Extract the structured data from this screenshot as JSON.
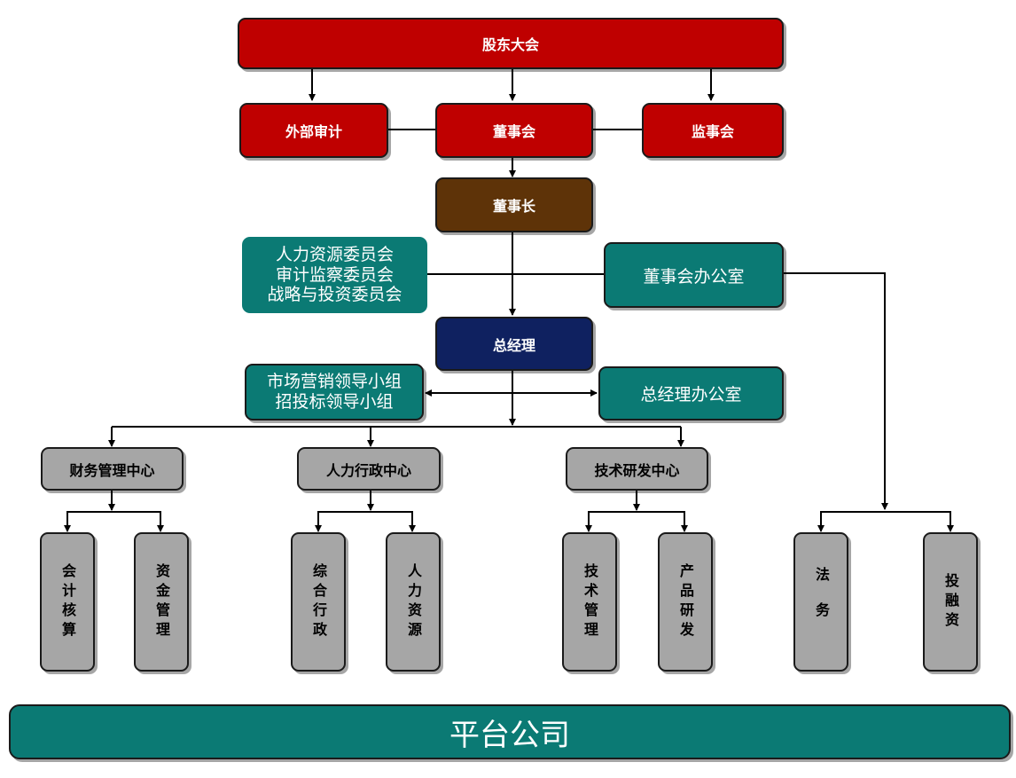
{
  "nodes": {
    "shareholders": "股东大会",
    "external_audit": "外部审计",
    "board": "董事会",
    "supervisors": "监事会",
    "chairman": "董事长",
    "committees": [
      "人力资源委员会",
      "审计监察委员会",
      "战略与投资委员会"
    ],
    "board_office": "董事会办公室",
    "general_manager": "总经理",
    "leading_groups": [
      "市场营销领导小组",
      "招投标领导小组"
    ],
    "gm_office": "总经理办公室",
    "finance_center": "财务管理中心",
    "hr_admin_center": "人力行政中心",
    "tech_rd_center": "技术研发中心",
    "accounting": "会计核算",
    "fund_management": "资金管理",
    "general_admin": "综合行政",
    "human_resources": "人力资源",
    "tech_management": "技术管理",
    "product_rd": "产品研发",
    "legal_affairs": "法务",
    "investment_financing": "投融资",
    "platform": "平台公司"
  },
  "colors": {
    "top_governance": "#bf0000",
    "chairman": "#5e3308",
    "general_manager": "#0f2160",
    "office_teal": "#0b7a74",
    "department_gray": "#a6a6a6"
  }
}
